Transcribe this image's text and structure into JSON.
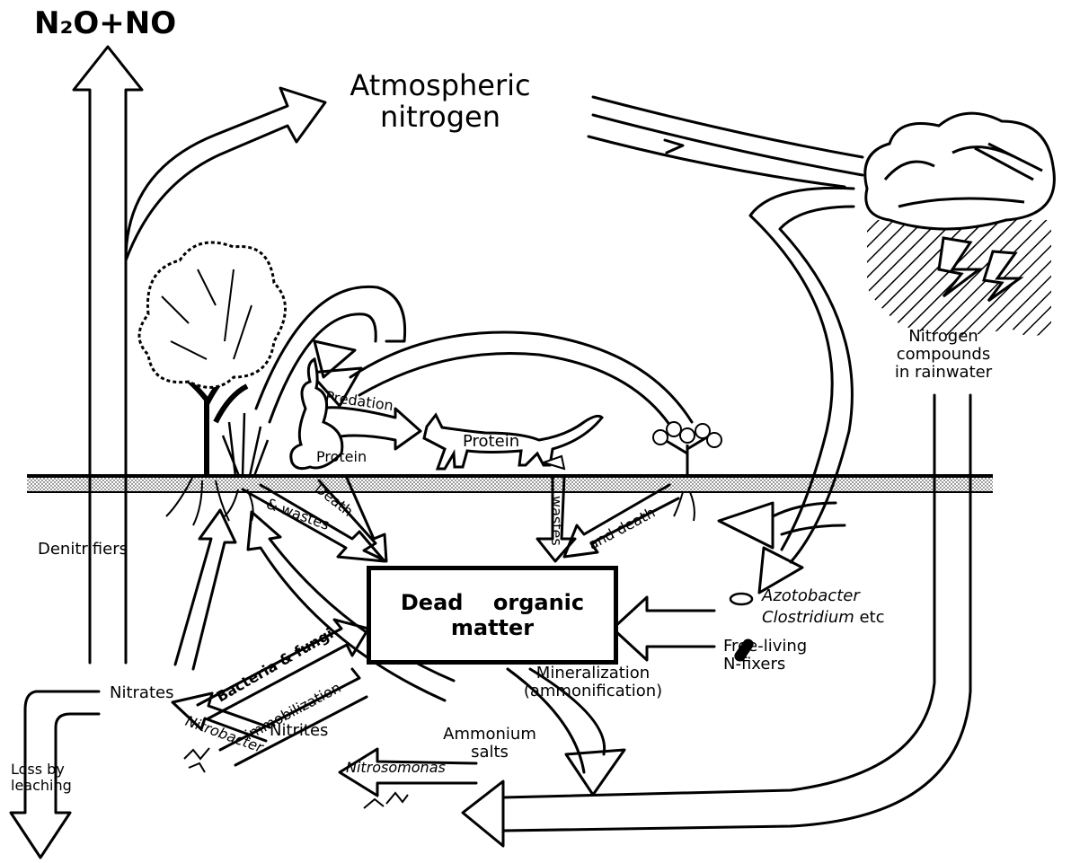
{
  "top_left_label": "N₂O+NO",
  "atmospheric": [
    "Atmospheric",
    "nitrogen"
  ],
  "rain_label": [
    "Nitrogen",
    "compounds",
    "in rainwater"
  ],
  "denitrifiers": "Denitrifiers",
  "dead_organic_matter": [
    "Dead    organic",
    "matter"
  ],
  "predation": "Predation",
  "protein_herbivore": "Protein",
  "protein_predator": "Protein",
  "death_wastes": [
    "Death",
    "& wastes"
  ],
  "wastes_death": [
    "wastes",
    "and death"
  ],
  "free_living": {
    "organisms": [
      "Azotobacter",
      "Clostridium"
    ],
    "etc": "etc",
    "label": [
      "Free-living",
      "N-fixers"
    ]
  },
  "bacteria_fungi": "Bacteria & fungi",
  "immobilization": "immobilization",
  "mineralization": [
    "Mineralization",
    "(ammonification)"
  ],
  "nitrates": "Nitrates",
  "nitrites": "Nitrites",
  "nitrobacter": "Nitrobacter",
  "ammonium_salts": [
    "Ammonium",
    "salts"
  ],
  "nitrosomonas": "Nitrosomonas",
  "loss_by_leaching": [
    "Loss by",
    "leaching"
  ]
}
